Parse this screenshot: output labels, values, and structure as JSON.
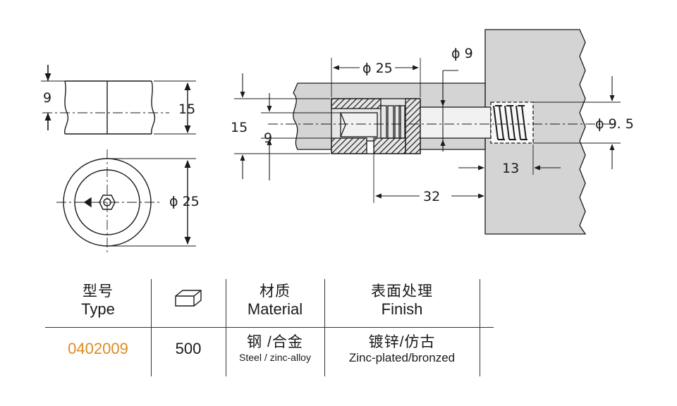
{
  "dimensions": {
    "phi25_top": "ϕ 25",
    "phi9": "ϕ 9",
    "phi95": "ϕ 9. 5",
    "d15_right": "15",
    "d9_right": "9",
    "d13": "13",
    "d32": "32",
    "d9_left": "9",
    "d15_left": "15",
    "phi25_left": "ϕ 25"
  },
  "table": {
    "headers": [
      {
        "zh": "型号",
        "en": "Type"
      },
      {
        "zh": "",
        "en": ""
      },
      {
        "zh": "材质",
        "en": "Material"
      },
      {
        "zh": "表面处理",
        "en": "Finish"
      }
    ],
    "row": {
      "type": "0402009",
      "quantity": "500",
      "material_zh": "钢 /合金",
      "material_en": "Steel / zinc-alloy",
      "finish_zh": "镀锌/仿古",
      "finish_en": "Zinc-plated/bronzed"
    }
  },
  "colors": {
    "type_code": "#e08a1e",
    "panel_fill": "#d4d4d4",
    "part_fill": "#e4e4e4",
    "line": "#1a1a1a"
  },
  "icons": {
    "quantity_header": "box-icon"
  }
}
